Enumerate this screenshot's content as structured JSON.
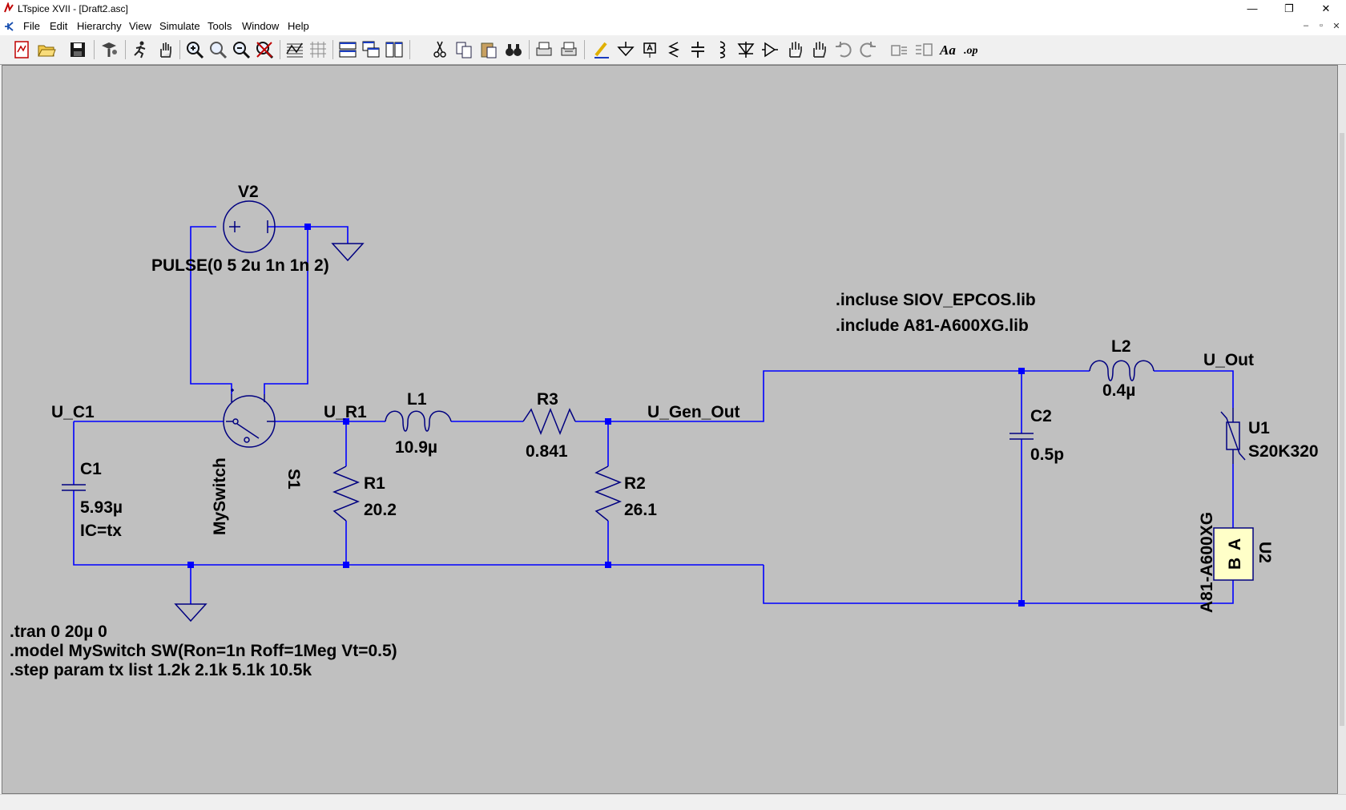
{
  "window": {
    "title": "LTspice XVII - [Draft2.asc]",
    "minimize": "—",
    "restore": "❐",
    "close": "✕"
  },
  "menu": {
    "items": [
      "File",
      "Edit",
      "Hierarchy",
      "View",
      "Simulate",
      "Tools",
      "Window",
      "Help"
    ],
    "mdi_min": "–",
    "mdi_restore": "▫",
    "mdi_close": "✕"
  },
  "toolbar": {
    "icons": [
      "new-schematic-icon",
      "open-icon",
      "save-icon",
      "control-panel-icon",
      "run-icon",
      "pan-icon",
      "zoom-in-icon",
      "zoom-area-icon",
      "zoom-out-icon",
      "zoom-fit-cancel-icon",
      "autorange-icon",
      "plot-settings-icon",
      "tile-horizontal-icon",
      "cascade-icon",
      "tile-vertical-icon",
      "cut-icon",
      "copy-icon",
      "paste-icon",
      "find-icon",
      "print-icon",
      "print-setup-icon",
      "draw-wire-icon",
      "ground-icon",
      "label-net-icon",
      "resistor-icon",
      "capacitor-icon",
      "inductor-icon",
      "diode-icon",
      "component-icon",
      "move-icon",
      "drag-icon",
      "undo-icon",
      "redo-icon",
      "rotate-icon",
      "mirror-icon",
      "text-icon",
      "spice-directive-icon"
    ]
  },
  "colors": {
    "canvas": "#c0c0c0",
    "wire": "#0000ff",
    "junction": "#0000ff",
    "component": "#000080",
    "text": "#000000",
    "u2_fill": "#ffffc8"
  },
  "schematic": {
    "v2": {
      "name": "V2",
      "value": "PULSE(0 5 2u 1n 1n 2)"
    },
    "s1": {
      "name": "S1",
      "model": "MySwitch"
    },
    "c1": {
      "name": "C1",
      "value": "5.93µ",
      "ic": "IC=tx"
    },
    "r1": {
      "name": "R1",
      "value": "20.2"
    },
    "l1": {
      "name": "L1",
      "value": "10.9µ"
    },
    "r3": {
      "name": "R3",
      "value": "0.841"
    },
    "r2": {
      "name": "R2",
      "value": "26.1"
    },
    "c2": {
      "name": "C2",
      "value": "0.5p"
    },
    "l2": {
      "name": "L2",
      "value": "0.4µ"
    },
    "u1": {
      "name": "U1",
      "value": "S20K320"
    },
    "u2": {
      "name": "U2",
      "value": "A81-A600XG",
      "pin_b": "B",
      "pin_a": "A"
    },
    "nets": {
      "uc1": "U_C1",
      "ur1": "U_R1",
      "ugen": "U_Gen_Out",
      "uout": "U_Out"
    },
    "directives": {
      "lib1": ".incluse SIOV_EPCOS.lib",
      "lib2": ".include A81-A600XG.lib",
      "tran": ".tran 0 20µ 0",
      "model": ".model MySwitch SW(Ron=1n Roff=1Meg Vt=0.5)",
      "step": ".step param tx list 1.2k 2.1k 5.1k 10.5k"
    }
  }
}
